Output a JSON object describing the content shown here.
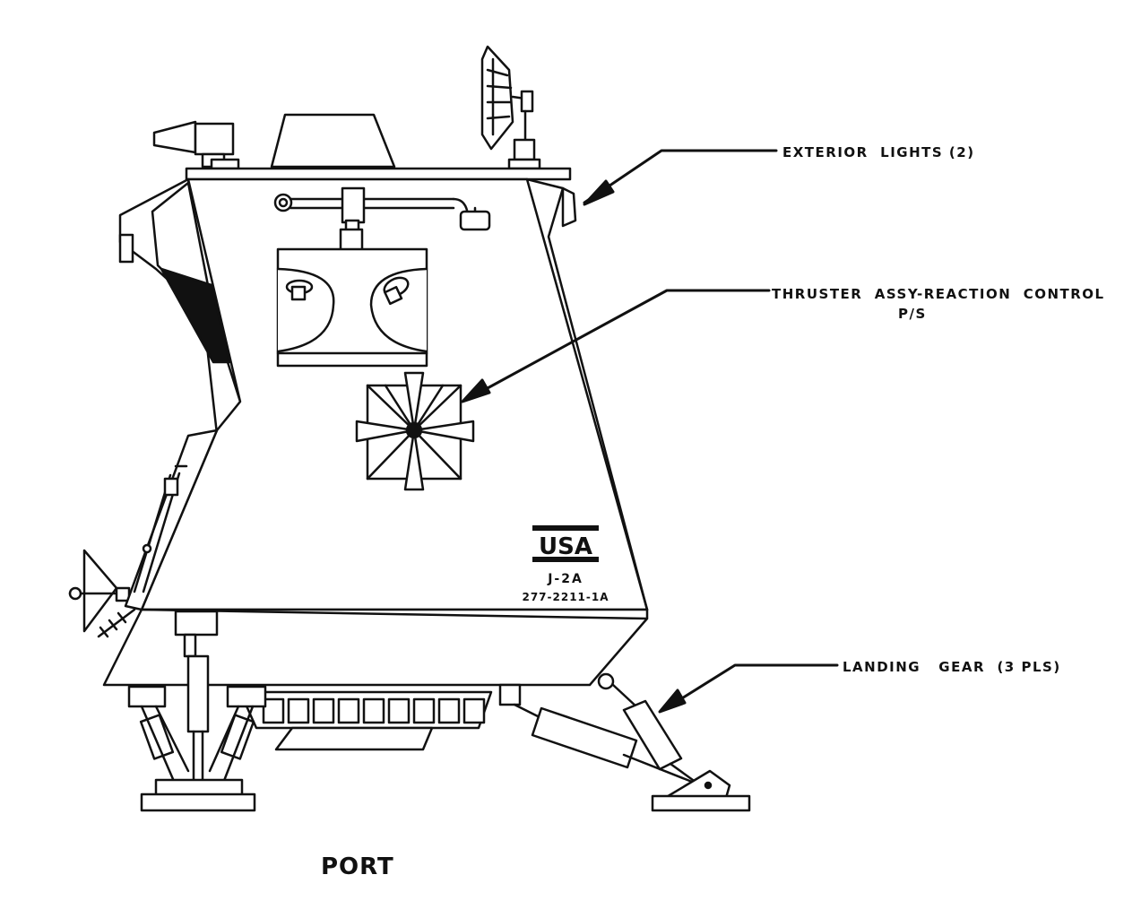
{
  "callouts": {
    "exterior_lights": "EXTERIOR  LIGHTS (2)",
    "thruster_line1": "THRUSTER  ASSY-REACTION  CONTROL",
    "thruster_line2": "P/S",
    "landing_gear": "LANDING   GEAR  (3 PLS)"
  },
  "decal": {
    "country": "USA",
    "model": "J-2A",
    "part_number": "277-2211-1A"
  },
  "view_label": "PORT",
  "colors": {
    "ink": "#111111",
    "paper": "#ffffff"
  }
}
